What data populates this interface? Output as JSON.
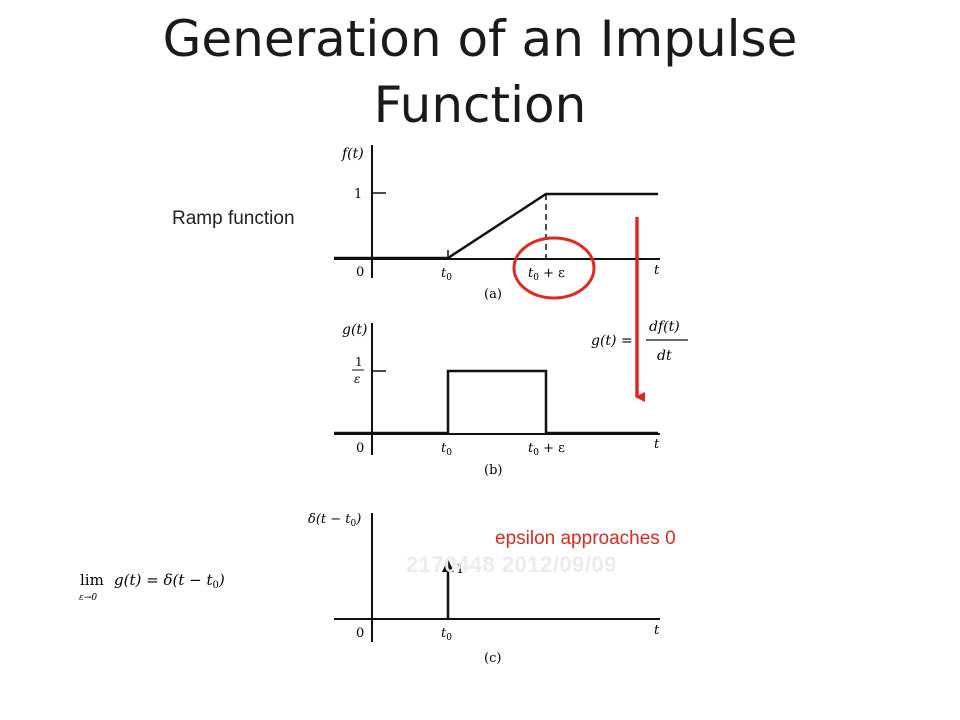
{
  "title": {
    "line1": "Generation of an Impulse",
    "line2": "Function"
  },
  "annotations": {
    "ramp_function": "Ramp function",
    "epsilon_note": "epsilon approaches 0",
    "watermark": "2170448 2012/09/09"
  },
  "panel_a": {
    "ylabel": "f(t)",
    "tick_one": "1",
    "origin": "0",
    "t0": "t",
    "t0_sub": "0",
    "t0eps": "t",
    "t0eps_sub": "0",
    "t0eps_rest": " + ε",
    "xlabel": "t",
    "caption": "(a)"
  },
  "panel_b": {
    "ylabel": "g(t)",
    "tick_num": "1",
    "tick_den": "ε",
    "origin": "0",
    "t0": "t",
    "t0_sub": "0",
    "t0eps": "t",
    "t0eps_sub": "0",
    "t0eps_rest": " + ε",
    "xlabel": "t",
    "caption": "(b)",
    "eq_lhs": "g(t) =",
    "eq_num": "df(t)",
    "eq_den": "dt"
  },
  "panel_c": {
    "ylabel_pre": "δ(t − t",
    "ylabel_sub": "0",
    "ylabel_post": ")",
    "impulse_label": "1",
    "origin": "0",
    "t0": "t",
    "t0_sub": "0",
    "xlabel": "t",
    "caption": "(c)",
    "limit_lim": "lim",
    "limit_under": "ε→0",
    "limit_expr_pre": "g(t) = δ(t − t",
    "limit_expr_sub": "0",
    "limit_expr_post": ")"
  },
  "colors": {
    "accent_red": "#e0281e",
    "line": "#111111",
    "title": "#1a1a1a"
  }
}
